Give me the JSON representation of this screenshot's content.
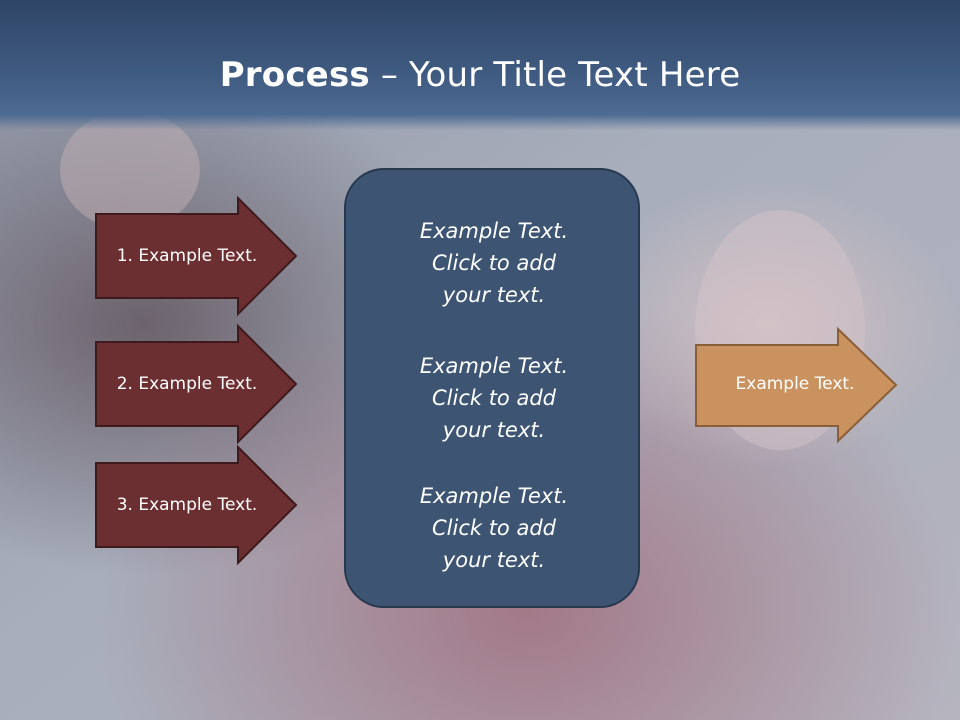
{
  "slide": {
    "title_bold": "Process",
    "title_rest": " – Your Title Text Here"
  },
  "left_arrows": [
    {
      "label": "1. Example Text."
    },
    {
      "label": "2. Example Text."
    },
    {
      "label": "3. Example Text."
    }
  ],
  "center_box": {
    "paragraphs": [
      {
        "line1": "Example Text.",
        "line2": "Click  to add",
        "line3": "your text."
      },
      {
        "line1": "Example Text.",
        "line2": "Click  to add",
        "line3": "your text."
      },
      {
        "line1": "Example Text.",
        "line2": "Click  to add",
        "line3": "your text."
      }
    ]
  },
  "right_arrow": {
    "label": "Example Text."
  },
  "colors": {
    "header": "#3f5a80",
    "left_arrow_fill": "#6b2f32",
    "center_box_fill": "#3d5573",
    "right_arrow_fill": "#c9925e"
  }
}
